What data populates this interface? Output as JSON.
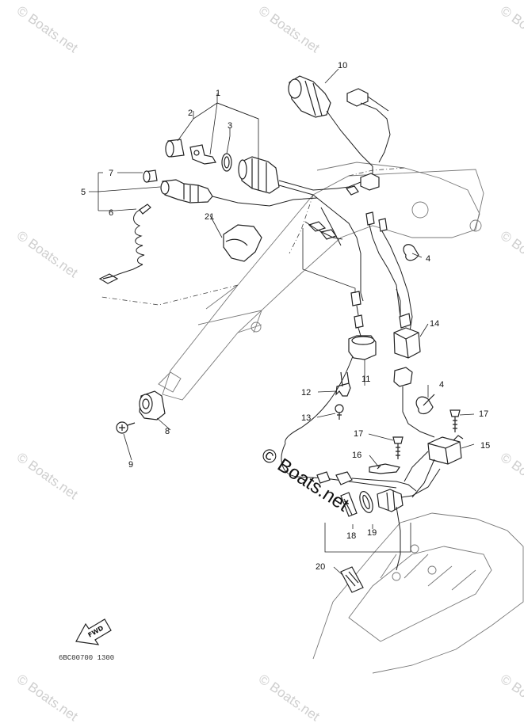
{
  "watermark": {
    "text": "© Boats.net",
    "center_text": "© Boats.net"
  },
  "callouts": [
    "1",
    "2",
    "3",
    "4",
    "4",
    "5",
    "6",
    "7",
    "8",
    "9",
    "10",
    "11",
    "12",
    "13",
    "14",
    "15",
    "16",
    "17",
    "17",
    "18",
    "19",
    "20",
    "21"
  ],
  "drawing_code": "6BC00700 1300",
  "fwd_label": "FWD",
  "icons": {
    "copyright": "copyright-icon",
    "forward_arrow": "fwd-arrow-icon"
  }
}
